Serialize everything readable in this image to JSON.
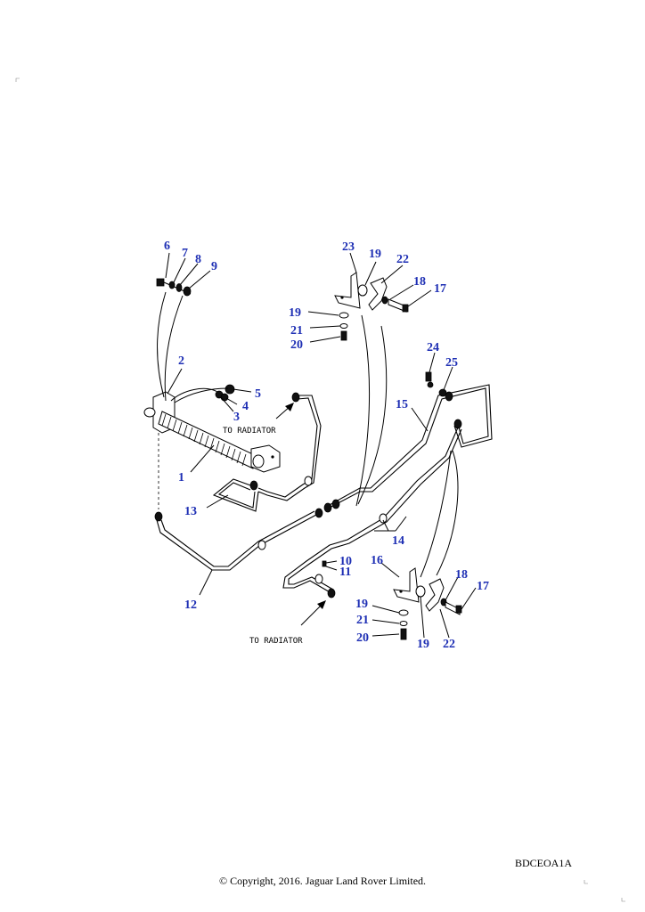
{
  "diagram": {
    "part_labels": {
      "p1": "1",
      "p2": "2",
      "p3": "3",
      "p4": "4",
      "p5": "5",
      "p6": "6",
      "p7": "7",
      "p8": "8",
      "p9": "9",
      "p10": "10",
      "p11": "11",
      "p12": "12",
      "p13": "13",
      "p14": "14",
      "p15": "15",
      "p16": "16",
      "p17": "17",
      "p18": "18",
      "p19": "19",
      "p20": "20",
      "p21": "21",
      "p22": "22",
      "p23": "23",
      "p24": "24",
      "p25": "25"
    },
    "annotations": {
      "to_radiator": "TO RADIATOR"
    },
    "label_color": "#1e2fb4"
  },
  "footer": {
    "ref_code": "BDCEOA1A",
    "copyright": "© Copyright, 2016. Jaguar Land Rover Limited."
  }
}
